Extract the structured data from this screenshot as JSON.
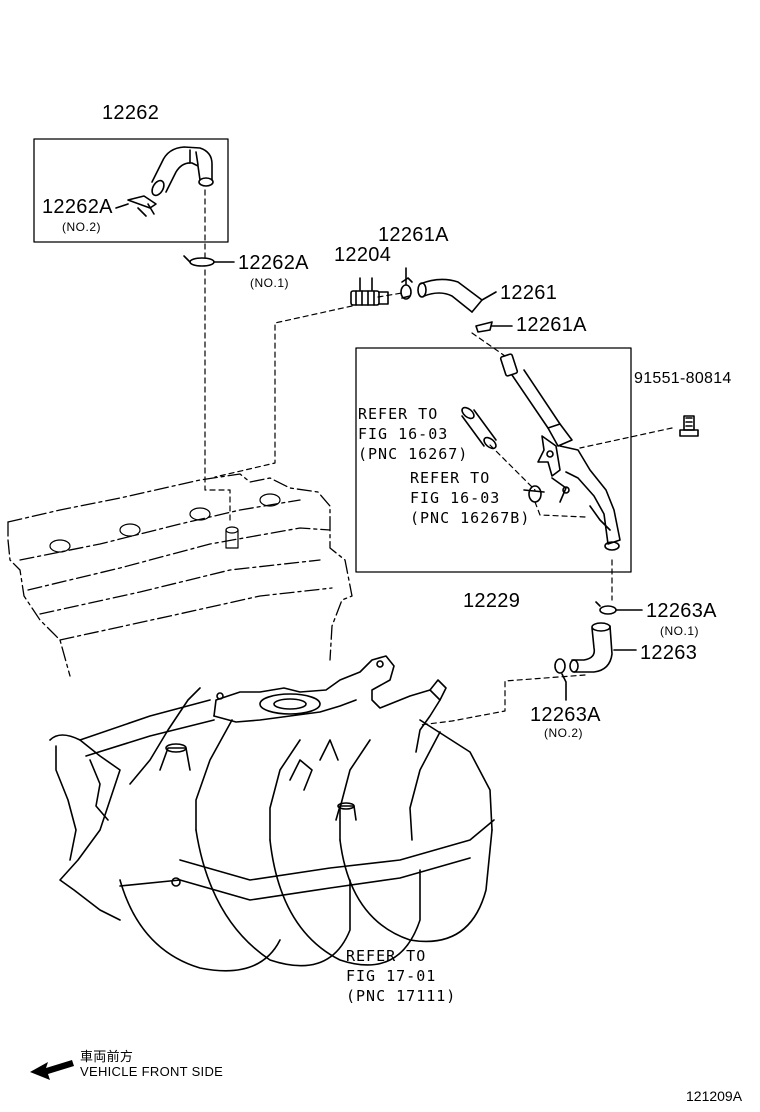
{
  "parts": {
    "p12262": "12262",
    "p12262a_no2": "12262A",
    "p12262a_no2_sub": "(NO.2)",
    "p12262a_no1": "12262A",
    "p12262a_no1_sub": "(NO.1)",
    "p12204": "12204",
    "p12261a_top": "12261A",
    "p12261": "12261",
    "p12261a_bottom": "12261A",
    "p91551": "91551-80814",
    "p12229": "12229",
    "p12263a_no1": "12263A",
    "p12263a_no1_sub": "(NO.1)",
    "p12263": "12263",
    "p12263a_no2": "12263A",
    "p12263a_no2_sub": "(NO.2)"
  },
  "refs": {
    "ref1": [
      "REFER TO",
      "FIG 16-03",
      "(PNC 16267)"
    ],
    "ref2": [
      "REFER TO",
      "FIG 16-03",
      "(PNC 16267B)"
    ],
    "ref3": [
      "REFER TO",
      "FIG 17-01",
      "(PNC 17111)"
    ]
  },
  "footer": {
    "direction_jp": "車両前方",
    "direction_en": "VEHICLE FRONT SIDE",
    "figure_id": "121209A"
  },
  "icons": {
    "arrow": "left-arrow-icon"
  }
}
